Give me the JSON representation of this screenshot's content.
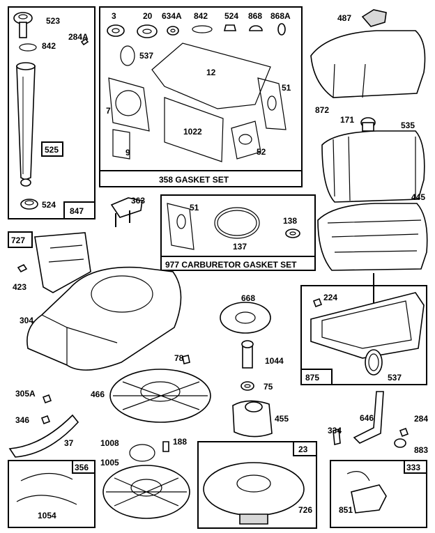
{
  "kit_titles": {
    "gasket_set": "358 GASKET SET",
    "carb_gasket_set": "977 CARBURETOR GASKET SET"
  },
  "kit_boxes": [
    "847",
    "727",
    "875",
    "23",
    "356",
    "333"
  ],
  "labels": {
    "p523": "523",
    "p842a": "842",
    "p284a": "284A",
    "p525": "525",
    "p524a": "524",
    "p3": "3",
    "p20": "20",
    "p634a": "634A",
    "p842b": "842",
    "p524b": "524",
    "p868": "868",
    "p868a": "868A",
    "p537a": "537",
    "p12": "12",
    "p51a": "51",
    "p7": "7",
    "p1022": "1022",
    "p9": "9",
    "p52": "52",
    "p487": "487",
    "p872": "872",
    "p171": "171",
    "p535": "535",
    "p445": "445",
    "p363": "363",
    "p51b": "51",
    "p138": "138",
    "p137": "137",
    "p423": "423",
    "p304": "304",
    "p668": "668",
    "p1044": "1044",
    "p224": "224",
    "p78": "78",
    "p466": "466",
    "p75": "75",
    "p455": "455",
    "p537b": "537",
    "p305a": "305A",
    "p346": "346",
    "p37": "37",
    "p646": "646",
    "p284b": "284",
    "p334": "334",
    "p883": "883",
    "p1005": "1005",
    "p1008": "1008",
    "p188": "188",
    "p726": "726",
    "p1054": "1054",
    "p851": "851"
  }
}
